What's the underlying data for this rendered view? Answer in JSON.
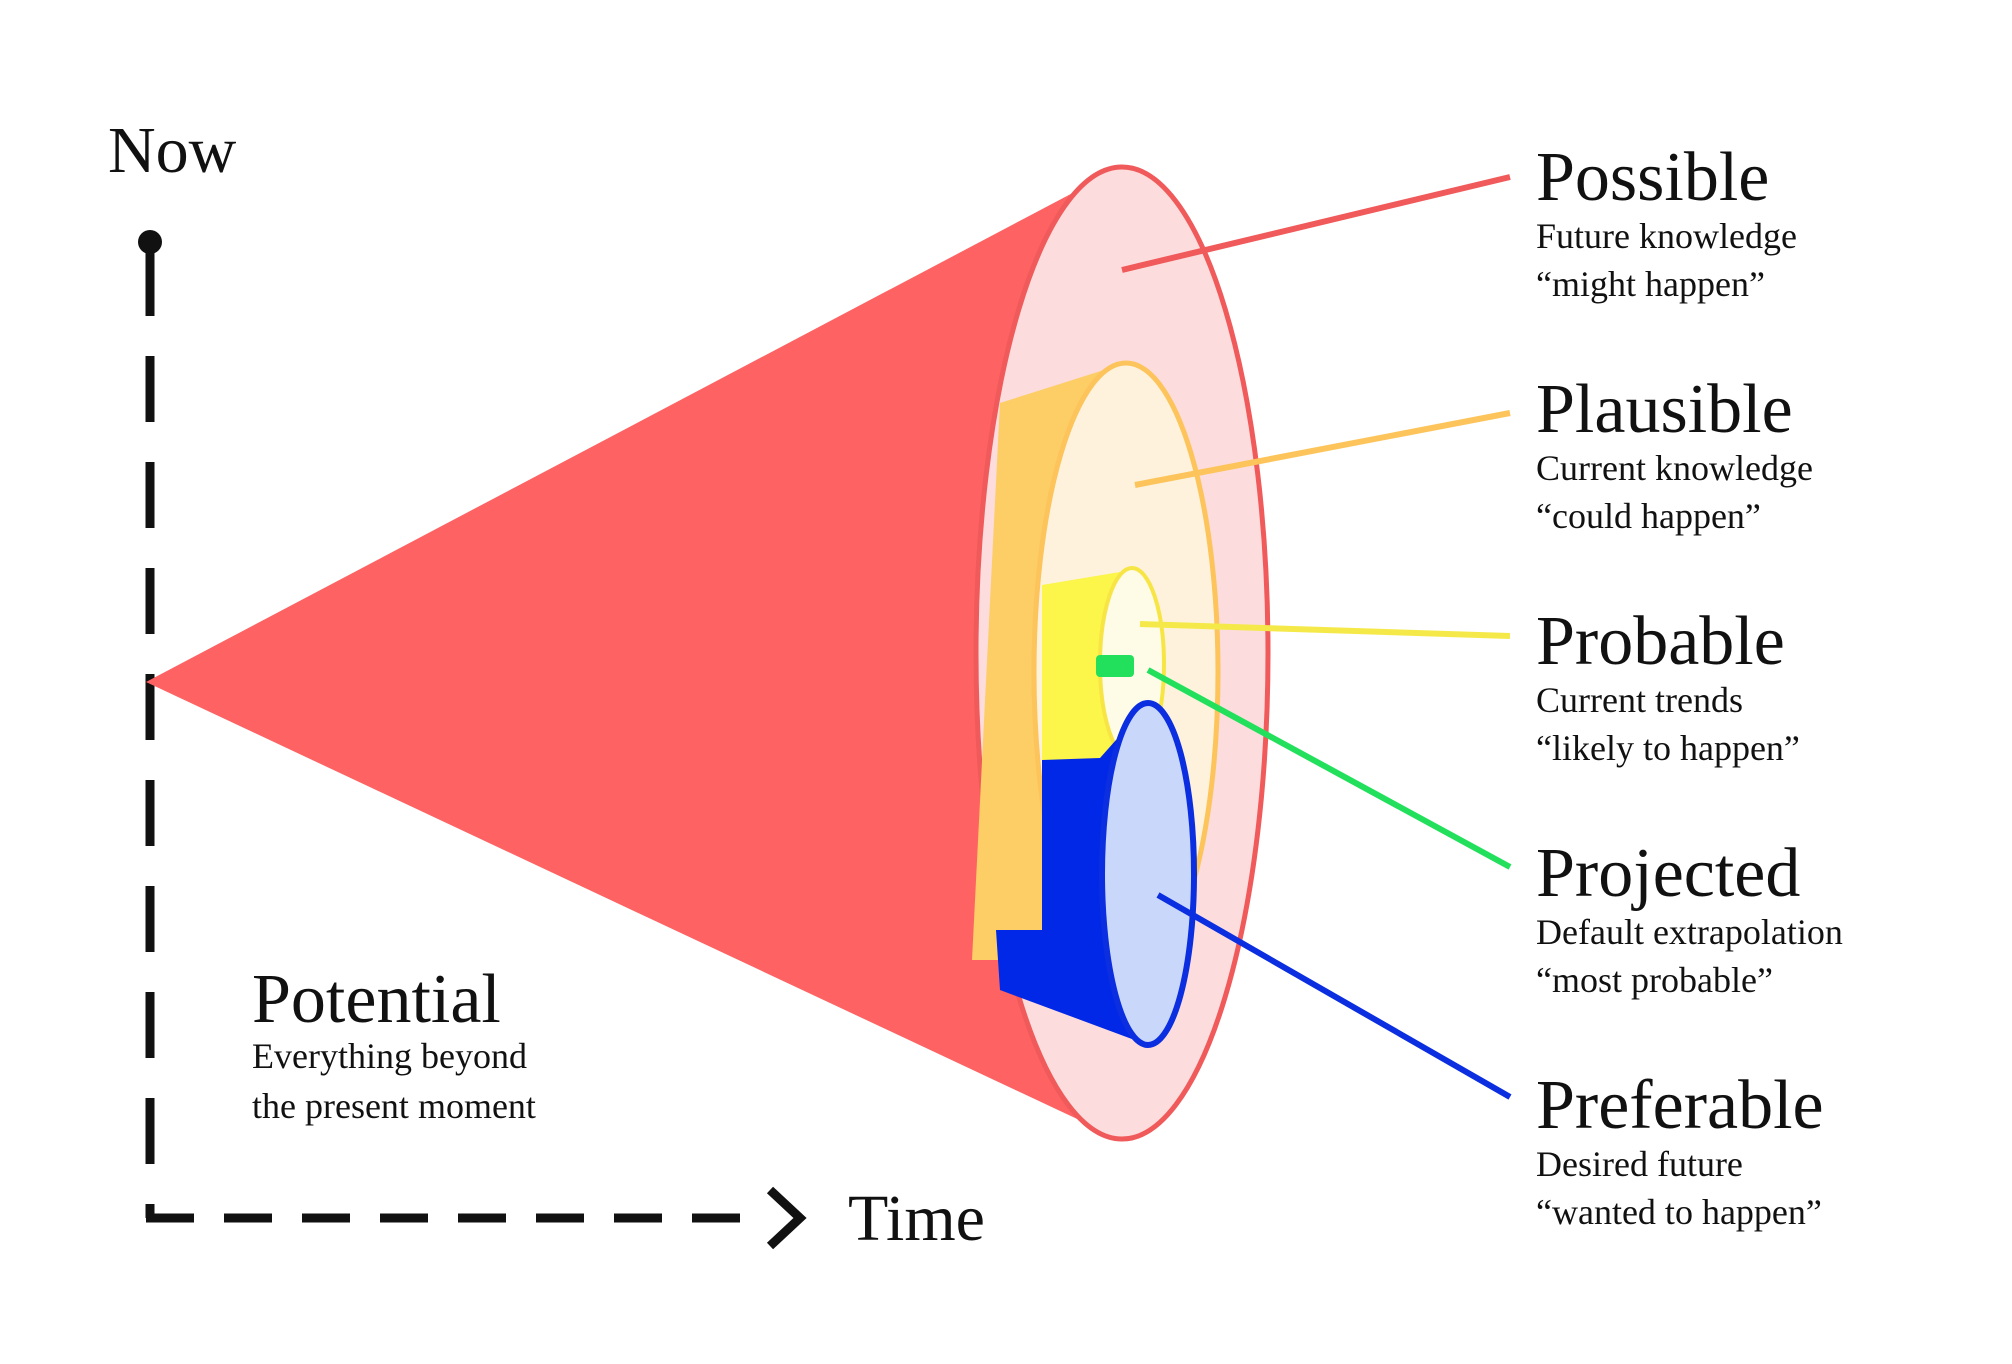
{
  "axes": {
    "vertical_label": "Now",
    "horizontal_label": "Time"
  },
  "potential": {
    "title": "Potential",
    "line1": "Everything beyond",
    "line2": "the present moment"
  },
  "futures": [
    {
      "title": "Possible",
      "line1": "Future knowledge",
      "line2": "“might happen”",
      "color": "#f05a5a"
    },
    {
      "title": "Plausible",
      "line1": "Current knowledge",
      "line2": "“could happen”",
      "color": "#fcc45a"
    },
    {
      "title": "Probable",
      "line1": "Current trends",
      "line2": "“likely to happen”",
      "color": "#f5e94a"
    },
    {
      "title": "Projected",
      "line1": "Default extrapolation",
      "line2": "“most probable”",
      "color": "#22e05c"
    },
    {
      "title": "Preferable",
      "line1": "Desired future",
      "line2": "“wanted to happen”",
      "color": "#0a2ee0"
    }
  ],
  "colors": {
    "cone": "#fe6262",
    "possible_fill": "#fcdcdc",
    "plausible_side": "#fdcd66",
    "plausible_fill": "#fef2dd",
    "probable_side": "#fcf54a",
    "probable_fill": "#fefbe6",
    "preferable_side": "#0028e6",
    "preferable_fill": "#c9d7fb",
    "axis": "#111111"
  }
}
